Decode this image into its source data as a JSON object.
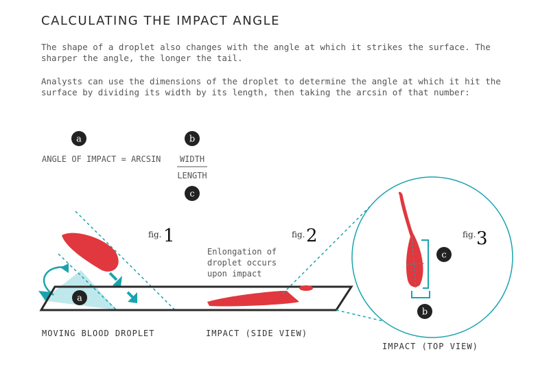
{
  "title": "CALCULATING THE IMPACT ANGLE",
  "paragraphs": [
    "The shape of a droplet also changes with the angle at which it strikes the surface. The sharper the angle, the longer the tail.",
    "Analysts can use the dimensions of the droplet to determine the angle at which it hit the surface by dividing its width by its length, then taking the arcsin of that number:"
  ],
  "formula": {
    "lhs": "ANGLE OF IMPACT = ARCSIN",
    "numerator": "WIDTH",
    "denominator": "LENGTH"
  },
  "markers": {
    "a": "a",
    "b": "b",
    "c": "c"
  },
  "figures": {
    "fig_label": "fig.",
    "fig1_number": "1",
    "fig2_number": "2",
    "fig3_number": "3"
  },
  "annotation": [
    "Enlongation of",
    "droplet occurs",
    "upon impact"
  ],
  "captions": {
    "moving": "MOVING BLOOD DROPLET",
    "side": "IMPACT (SIDE VIEW)",
    "top": "IMPACT (TOP VIEW)"
  },
  "colors": {
    "blood": "#e0383e",
    "teal": "#1aa3ad",
    "teal_light": "#bfe8ec",
    "marker_bg": "#222222",
    "outline": "#2b2b2b"
  }
}
